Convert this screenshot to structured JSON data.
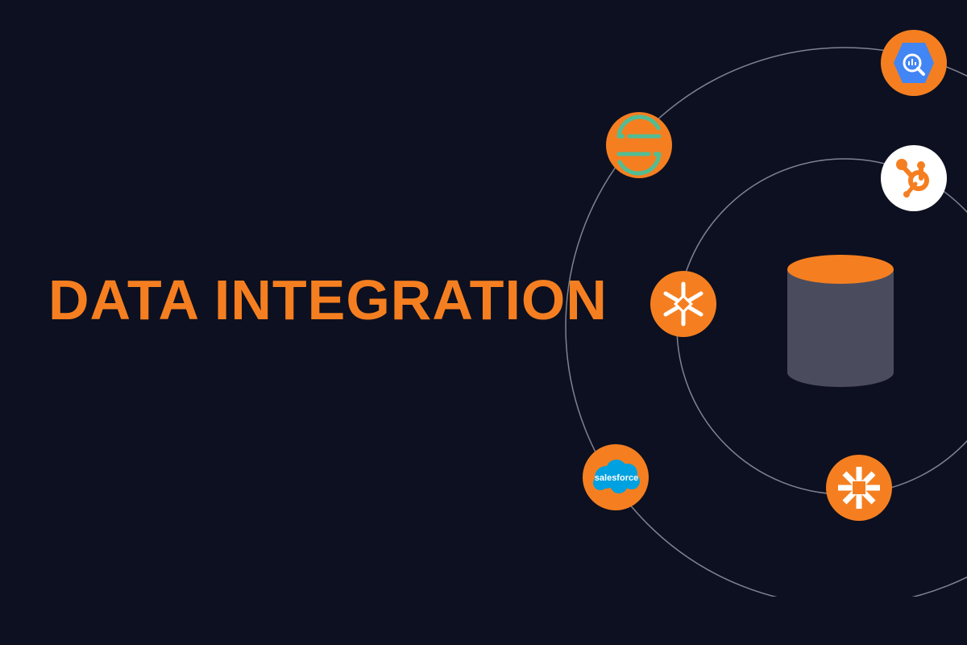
{
  "colors": {
    "background": "#0d1020",
    "accent": "#f57f20",
    "orbit_line": "#7f8290",
    "database_body": "#4a4c5d",
    "white": "#ffffff",
    "salesforce_blue": "#00a1e0",
    "bigquery_blue": "#4285f4",
    "segment_green": "#52bd94"
  },
  "hero": {
    "title": "DATA INTEGRATION"
  },
  "integrations": {
    "items": [
      {
        "icon": "segment-icon",
        "alt": "Segment"
      },
      {
        "icon": "snowflake-icon",
        "alt": "Snowflake"
      },
      {
        "icon": "salesforce-icon",
        "alt": "Salesforce",
        "label": "salesforce"
      },
      {
        "icon": "bigquery-icon",
        "alt": "Google BigQuery"
      },
      {
        "icon": "hubspot-icon",
        "alt": "HubSpot"
      },
      {
        "icon": "zapier-icon",
        "alt": "Zapier"
      }
    ]
  },
  "center": {
    "icon": "database-icon"
  }
}
